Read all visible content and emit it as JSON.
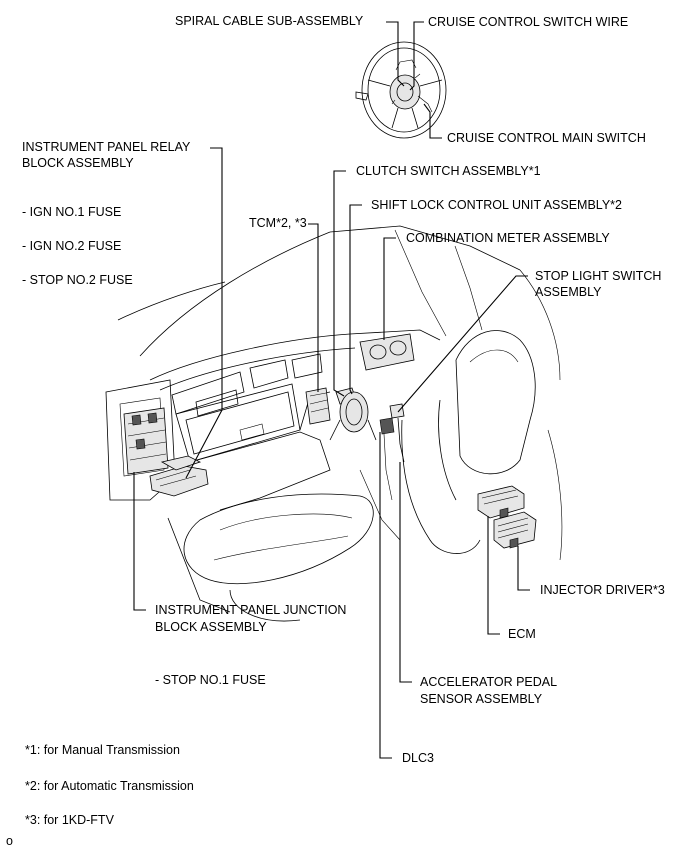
{
  "labels": {
    "spiral_cable": "SPIRAL CABLE SUB-ASSEMBLY",
    "cruise_wire": "CRUISE CONTROL SWITCH WIRE",
    "cruise_main": "CRUISE CONTROL MAIN SWITCH",
    "ip_relay_line1": "INSTRUMENT PANEL RELAY",
    "ip_relay_line2": "BLOCK ASSEMBLY",
    "ign1": "- IGN NO.1 FUSE",
    "ign2": "- IGN NO.2 FUSE",
    "stop2": "- STOP NO.2 FUSE",
    "clutch": "CLUTCH SWITCH ASSEMBLY*1",
    "shift_lock": "SHIFT LOCK CONTROL UNIT ASSEMBLY*2",
    "tcm": "TCM*2, *3",
    "combo_meter": "COMBINATION METER ASSEMBLY",
    "stop_light_line1": "STOP LIGHT SWITCH",
    "stop_light_line2": "ASSEMBLY",
    "injector": "INJECTOR DRIVER*3",
    "ecm": "ECM",
    "ip_junction_line1": "INSTRUMENT PANEL JUNCTION",
    "ip_junction_line2": "BLOCK ASSEMBLY",
    "stop1": "- STOP NO.1 FUSE",
    "accel_line1": "ACCELERATOR PEDAL",
    "accel_line2": "SENSOR ASSEMBLY",
    "dlc3": "DLC3"
  },
  "notes": {
    "n1": "*1: for Manual Transmission",
    "n2": "*2: for Automatic Transmission",
    "n3": "*3: for 1KD-FTV"
  },
  "figure_code": "o"
}
